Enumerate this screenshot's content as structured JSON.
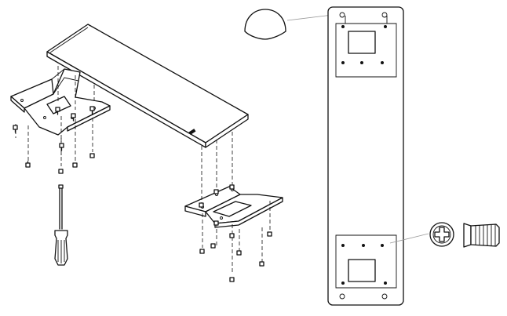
{
  "figure": {
    "kind": "exploded assembly illustration",
    "colors": {
      "line": "#111111",
      "leader": "#9a9a9a",
      "background": "#ffffff"
    },
    "parts": [
      {
        "name": "shelf-board"
      },
      {
        "name": "left-bracket"
      },
      {
        "name": "right-bracket"
      },
      {
        "name": "screwdriver"
      },
      {
        "name": "mounting-plate"
      },
      {
        "name": "dome-bumper"
      },
      {
        "name": "phillips-screw-head"
      },
      {
        "name": "threaded-screw"
      }
    ]
  }
}
